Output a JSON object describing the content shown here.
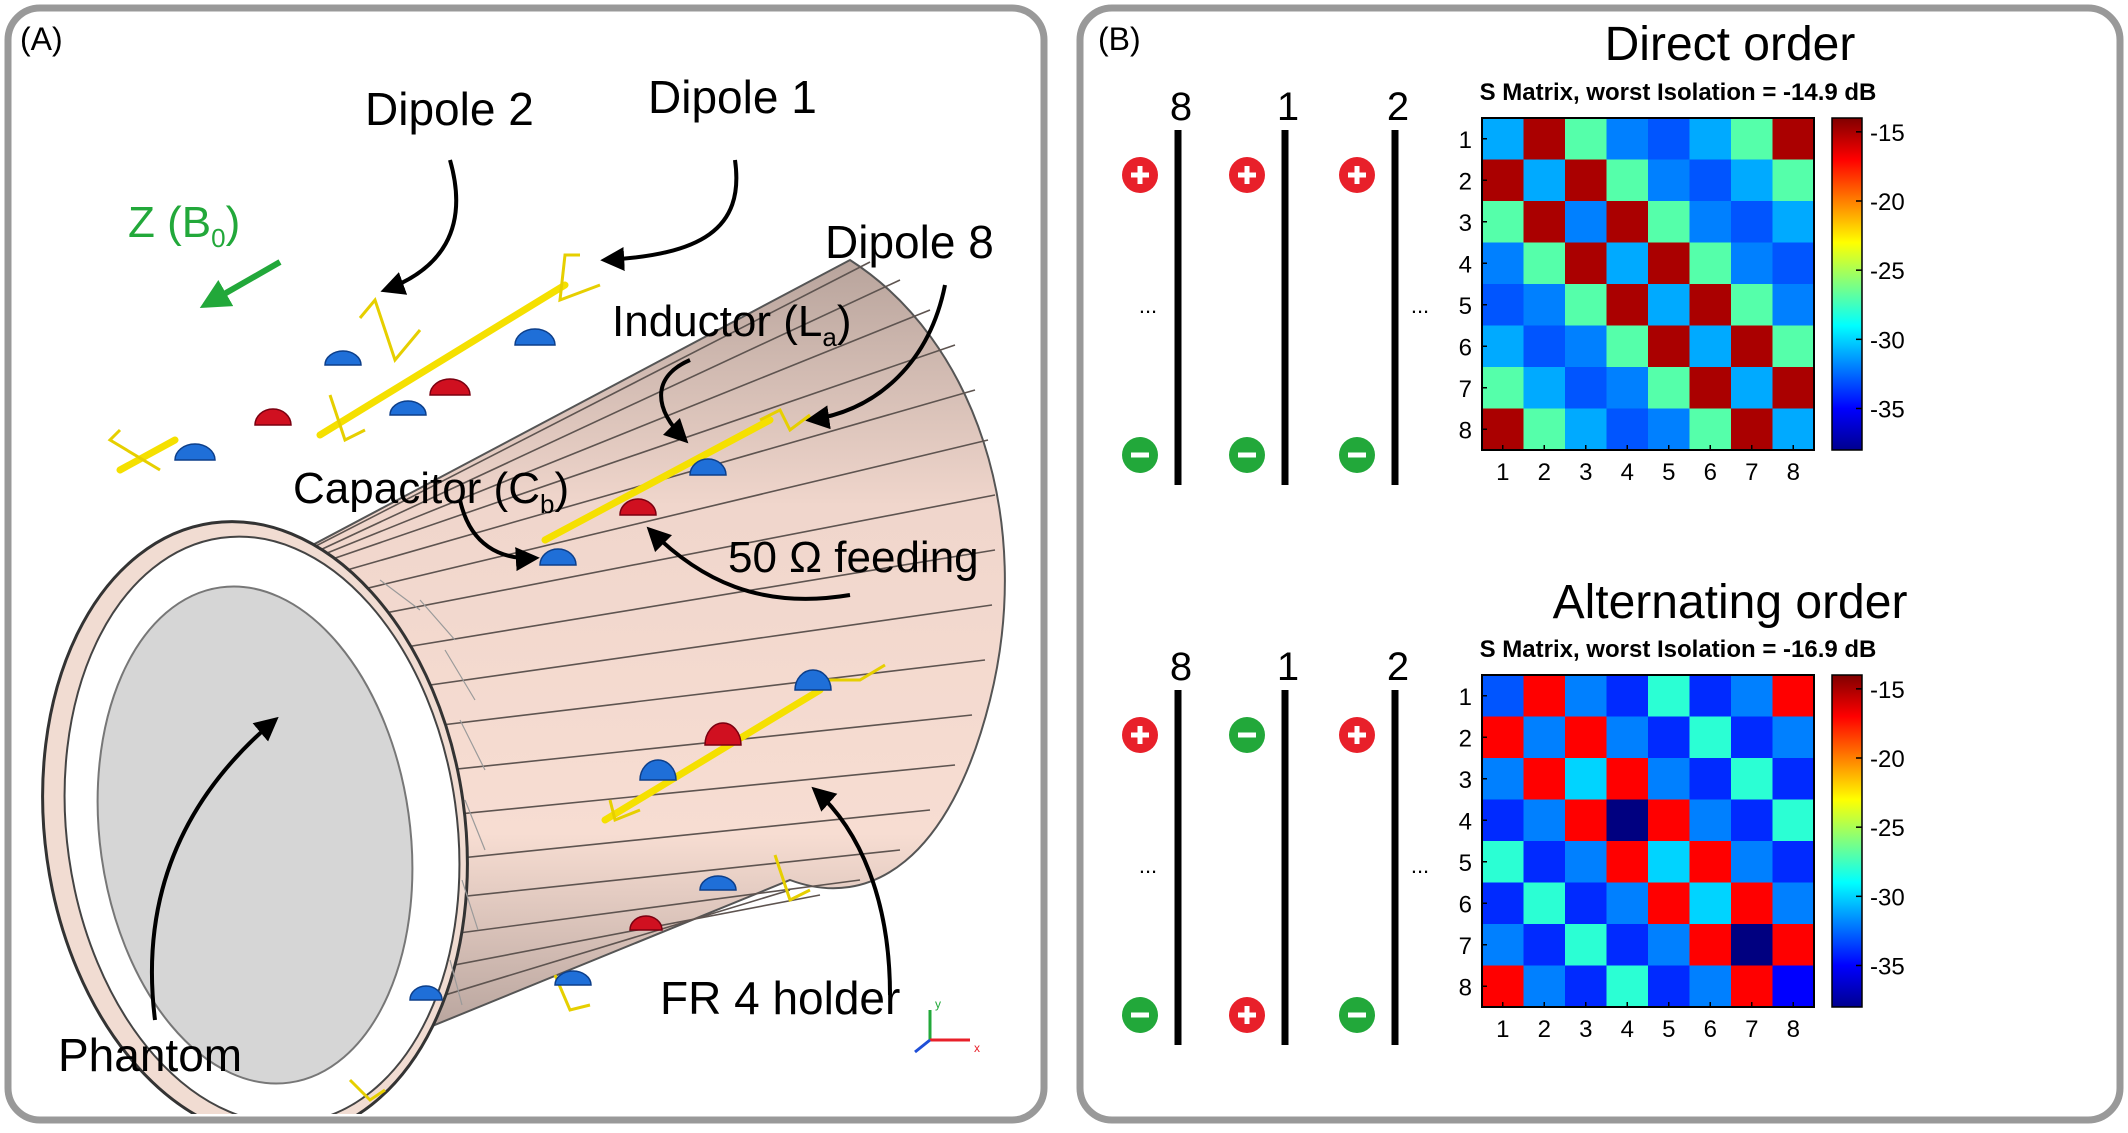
{
  "panelA": {
    "label": "(A)",
    "dipole2": "Dipole 2",
    "dipole1": "Dipole 1",
    "dipole8": "Dipole 8",
    "z_axis": "Z (B",
    "z_sub": "0",
    "z_close": ")",
    "inductor": "Inductor (L",
    "inductor_sub": "a",
    "capacitor": "Capacitor (C",
    "capacitor_sub": "b",
    "feeding": "50 Ω feeding",
    "phantom": "Phantom",
    "holder": "FR 4 holder",
    "axis_y": "y",
    "axis_x": "x"
  },
  "panelB": {
    "label": "(B)",
    "direct": {
      "title": "Direct order",
      "dipole_labels": [
        "8",
        "1",
        "2"
      ],
      "top_signs": [
        "+",
        "+",
        "+"
      ],
      "bottom_signs": [
        "-",
        "-",
        "-"
      ],
      "ellipsis": "..."
    },
    "alternating": {
      "title": "Alternating order",
      "dipole_labels": [
        "8",
        "1",
        "2"
      ],
      "top_signs": [
        "+",
        "-",
        "+"
      ],
      "bottom_signs": [
        "-",
        "+",
        "-"
      ],
      "ellipsis": "..."
    },
    "plus_color": "#e8202a",
    "minus_color": "#22a83a"
  },
  "chart_data": [
    {
      "type": "heatmap",
      "title": "S Matrix, worst Isolation = -14.9 dB",
      "x_ticks": [
        "1",
        "2",
        "3",
        "4",
        "5",
        "6",
        "7",
        "8"
      ],
      "y_ticks": [
        "1",
        "2",
        "3",
        "4",
        "5",
        "6",
        "7",
        "8"
      ],
      "colorbar_ticks": [
        "-15",
        "-20",
        "-25",
        "-30",
        "-35"
      ],
      "colorbar_values": [
        -15,
        -20,
        -25,
        -30,
        -35
      ],
      "clim": [
        -38,
        -14
      ],
      "colormap": "jet",
      "values": [
        [
          -31,
          -15,
          -27,
          -32,
          -33,
          -31,
          -27,
          -15
        ],
        [
          -15,
          -31,
          -15,
          -27,
          -32,
          -33,
          -31,
          -27
        ],
        [
          -27,
          -15,
          -32,
          -15,
          -27,
          -32,
          -33,
          -31
        ],
        [
          -32,
          -27,
          -15,
          -31,
          -15,
          -27,
          -32,
          -33
        ],
        [
          -33,
          -32,
          -27,
          -15,
          -31,
          -15,
          -27,
          -32
        ],
        [
          -31,
          -33,
          -32,
          -27,
          -15,
          -31,
          -15,
          -27
        ],
        [
          -27,
          -31,
          -33,
          -32,
          -27,
          -15,
          -31,
          -15
        ],
        [
          -15,
          -27,
          -31,
          -33,
          -32,
          -27,
          -15,
          -31
        ]
      ]
    },
    {
      "type": "heatmap",
      "title": "S Matrix, worst Isolation = -16.9 dB",
      "x_ticks": [
        "1",
        "2",
        "3",
        "4",
        "5",
        "6",
        "7",
        "8"
      ],
      "y_ticks": [
        "1",
        "2",
        "3",
        "4",
        "5",
        "6",
        "7",
        "8"
      ],
      "colorbar_ticks": [
        "-15",
        "-20",
        "-25",
        "-30",
        "-35"
      ],
      "colorbar_values": [
        -15,
        -20,
        -25,
        -30,
        -35
      ],
      "clim": [
        -38,
        -14
      ],
      "colormap": "jet",
      "values": [
        [
          -33,
          -17,
          -32,
          -34,
          -28,
          -34,
          -32,
          -17
        ],
        [
          -17,
          -32,
          -17,
          -32,
          -34,
          -28,
          -34,
          -32
        ],
        [
          -32,
          -17,
          -30,
          -17,
          -32,
          -34,
          -28,
          -34
        ],
        [
          -34,
          -32,
          -17,
          -38,
          -17,
          -32,
          -34,
          -28
        ],
        [
          -28,
          -34,
          -32,
          -17,
          -30,
          -17,
          -32,
          -34
        ],
        [
          -34,
          -28,
          -34,
          -32,
          -17,
          -30,
          -17,
          -32
        ],
        [
          -32,
          -34,
          -28,
          -34,
          -32,
          -17,
          -38,
          -17
        ],
        [
          -17,
          -32,
          -34,
          -28,
          -34,
          -32,
          -17,
          -35
        ]
      ]
    }
  ]
}
